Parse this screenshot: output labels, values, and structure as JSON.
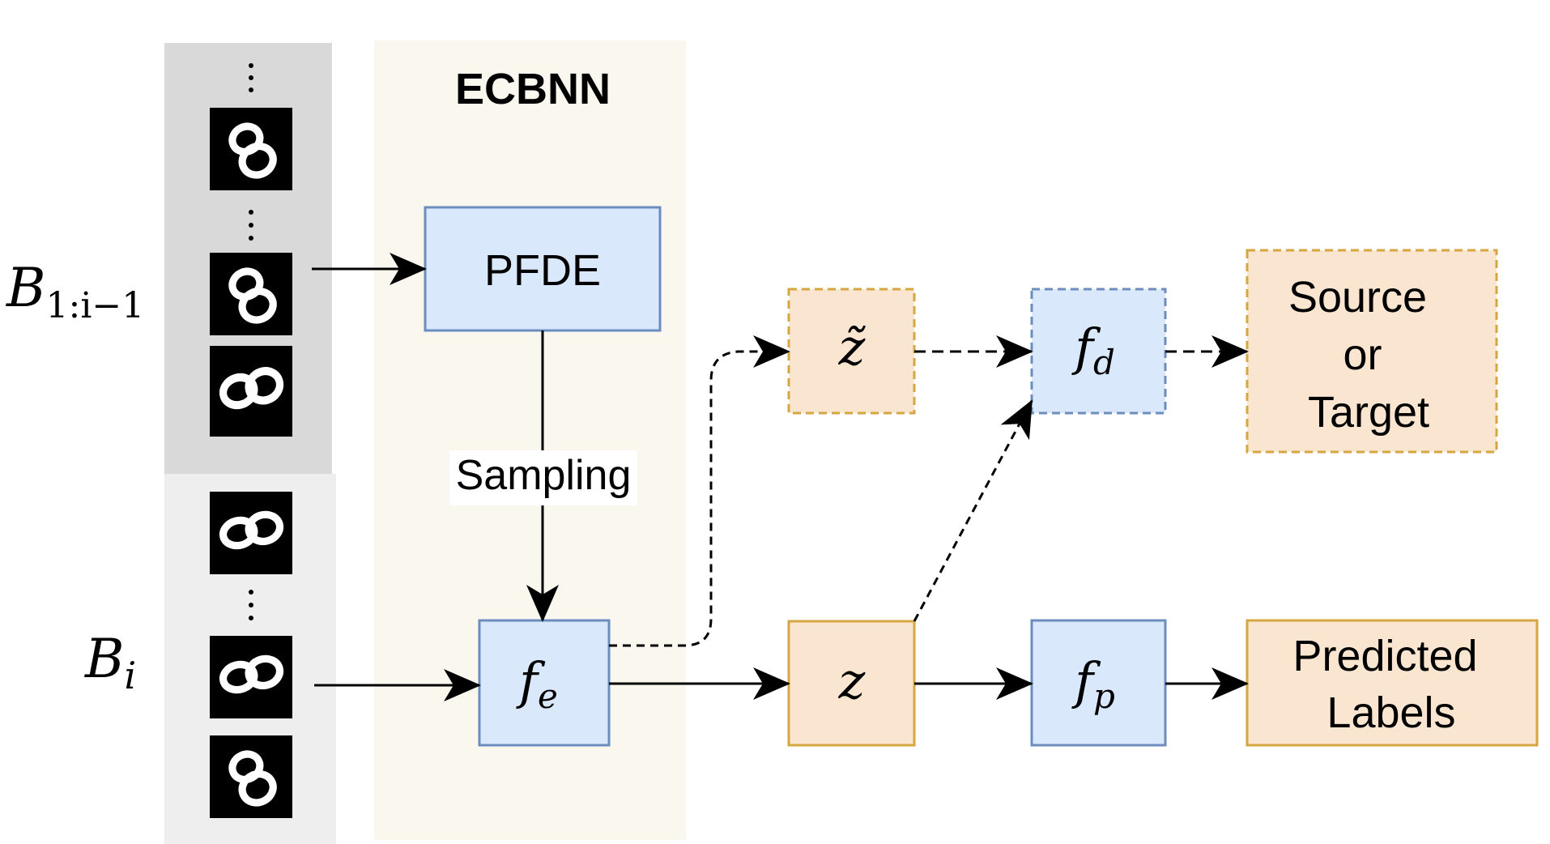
{
  "title": "ECBNN",
  "batches": {
    "previous": {
      "label": "B",
      "subscript": "1:i−1"
    },
    "current": {
      "label": "B",
      "subscript": "i"
    }
  },
  "nodes": {
    "pfde": "PFDE",
    "sampling": "Sampling",
    "fe": {
      "base": "f",
      "sub": "e"
    },
    "z": "z",
    "z_tilde": "z̃",
    "fd": {
      "base": "f",
      "sub": "d"
    },
    "fp": {
      "base": "f",
      "sub": "p"
    },
    "source_or_target": [
      "Source",
      "or",
      "Target"
    ],
    "predicted_labels": [
      "Predicted",
      "Labels"
    ]
  },
  "colors": {
    "prev_panel": "#d9d9d9",
    "curr_panel": "#eeeeee",
    "ecbnn_panel": "#f9f7ee",
    "blue_fill": "#dae8fc",
    "blue_stroke": "#6c8ebf",
    "orange_fill": "#fae6d0",
    "orange_stroke": "#d6a640"
  },
  "icons": {
    "digit_thumbnail": "handwritten-eight-image",
    "ellipsis": "vertical-ellipsis-icon"
  }
}
